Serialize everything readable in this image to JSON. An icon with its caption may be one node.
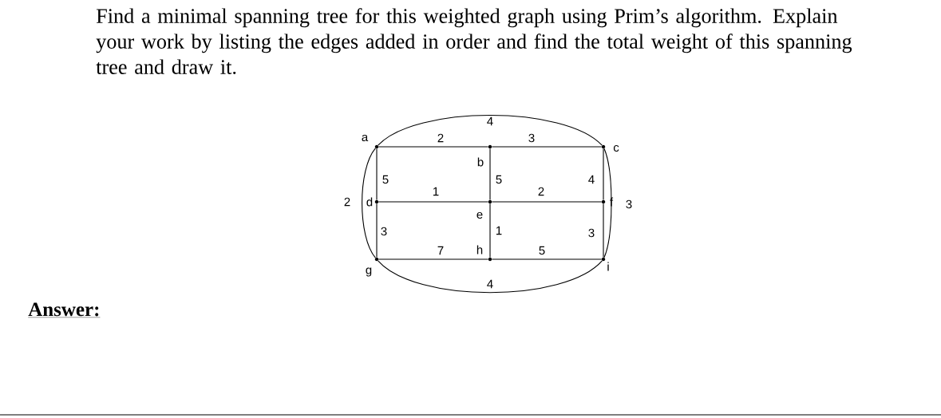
{
  "diagram": {
    "nodes": [
      {
        "text": [
          "a"
        ]
      },
      {
        "text": [
          "b"
        ]
      },
      {
        "text": [
          "c"
        ]
      },
      {
        "text": [
          "d"
        ]
      },
      {
        "text": [
          "e"
        ]
      },
      {
        "text": [
          "f"
        ]
      },
      {
        "text": [
          "g"
        ]
      },
      {
        "text": [
          "h"
        ]
      },
      {
        "text": [
          "i"
        ]
      }
    ],
    "edges": [
      {
        "from": 0,
        "to": 1,
        "arrow": "none",
        "label": "2"
      },
      {
        "from": 1,
        "to": 2,
        "arrow": "none",
        "label": "3"
      },
      {
        "from": 0,
        "to": 2,
        "arrow": "none",
        "label": "4"
      },
      {
        "from": 0,
        "to": 3,
        "arrow": "none",
        "label": "5"
      },
      {
        "from": 3,
        "to": 6,
        "arrow": "none",
        "label": "3"
      },
      {
        "from": 0,
        "to": 6,
        "arrow": "none",
        "label": "2"
      },
      {
        "from": 1,
        "to": 4,
        "arrow": "none",
        "label": "5"
      },
      {
        "from": 2,
        "to": 5,
        "arrow": "none",
        "label": "4"
      },
      {
        "from": 3,
        "to": 4,
        "arrow": "none",
        "label": "1"
      },
      {
        "from": 4,
        "to": 5,
        "arrow": "none",
        "label": "2"
      },
      {
        "from": 4,
        "to": 7,
        "arrow": "none",
        "label": "1"
      },
      {
        "from": 5,
        "to": 8,
        "arrow": "none",
        "label": "3"
      },
      {
        "from": 2,
        "to": 8,
        "arrow": "none",
        "label": "3"
      },
      {
        "from": 6,
        "to": 7,
        "arrow": "none",
        "label": "7"
      },
      {
        "from": 7,
        "to": 8,
        "arrow": "none",
        "label": "5"
      },
      {
        "from": 6,
        "to": 8,
        "arrow": "none",
        "label": "4"
      }
    ],
    "labels": [
      "Find a minimal spanning tree for this weighted graph using Prim’s algorithm. Explain your work by listing the edges added in order and find the total weight of this spanning tree and draw it.",
      "Answer:"
    ]
  }
}
